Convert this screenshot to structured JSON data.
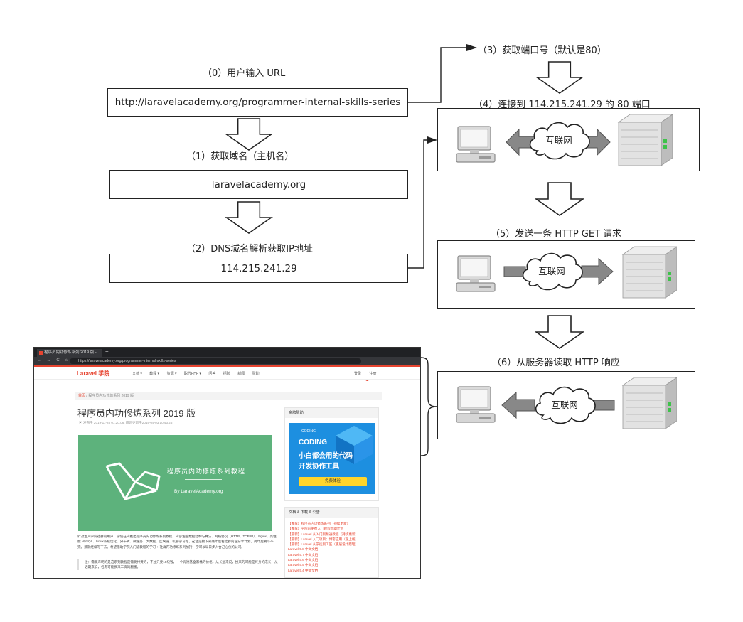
{
  "steps": {
    "s0": "（0）用户输入 URL",
    "s1": "（1）获取域名（主机名）",
    "s2": "（2）DNS域名解析获取IP地址",
    "s3": "（3）获取端口号（默认是80）",
    "s4": "（4）连接到 114.215.241.29 的 80 端口",
    "s5": "（5）发送一条 HTTP GET 请求",
    "s6": "（6）从服务器读取 HTTP 响应"
  },
  "boxes": {
    "url": "http://laravelacademy.org/programmer-internal-skills-series",
    "domain": "laravelacademy.org",
    "ip": "114.215.241.29"
  },
  "network": {
    "cloud4": "互联网",
    "cloud5": "互联网",
    "cloud6": "互联网"
  },
  "browser": {
    "tab_title": "程序员内功修炼系列 2019 版 - ",
    "new_tab": "+",
    "nav_buttons": "← → C ⌂",
    "address": "https://laravelacademy.org/programmer-internal-skills-series",
    "brand": "Laravel 学院",
    "nav_links": [
      "文档 ▾",
      "教程 ▾",
      "资源 ▾",
      "聪代PHP ▾",
      "问答",
      "招聘",
      "新闻",
      "赞助"
    ],
    "nav_right": [
      "登录",
      "注册"
    ],
    "crumb_home": "首页",
    "crumb_sep": " / ",
    "crumb_current": "程序员内功修炼系列 2019 版",
    "title": "程序员内功修炼系列 2019 版",
    "meta": "▣ 发布于 2019-11-25 01:20:06,   最近更新于2019-04-03 10:43:26",
    "hero_title": "程序员内功修炼系列教程",
    "hero_subtitle": "By LaravelAcademy.org",
    "body_text": "针对治入学院社群的用户，学院在内推出程序员内功修炼系列教程，内容涵盖数据结构与算法、网络协议（HTTP、TCP/IP）、Nginx、高性能 MySQL、Linux系统优化、分布式、微服务、大数据、区块链、机器学习等，这合是接下来两年左右社群内容分享计划，两年后要写不完，那就继续写下去。希望借助学院入门级教程的学习 + 社群内功修炼系列加持，学可以早日步入合己心仪的公司。",
    "quote": "注：需要声明的是这系列教程是需要付费的，不过只要10块钱，一个肯德基全家桶的价格，从长远来说，换来的可能是终身的成长，从近期来说，包有可能换来工资的翻番。",
    "sidebar_sponsor_title": "金牌赞助",
    "ad_brand": "CODING",
    "ad_h1": "CODING",
    "ad_h2": "小白都会用的代码",
    "ad_h3": "开发协作工具",
    "ad_button": "免费体验",
    "sidebar_docs_title": "文档 & 下载 & 公告",
    "sidebar_links": [
      "【推荐】程序员内功修炼系列（持续更新）",
      "【推荐】学院前免费入门教程赞助计划",
      "【最新】Laravel 从入门到精通教程（持续更新）",
      "【最新】Laravel 入门项目：博客应用（含上线）",
      "【最新】Laravel 从学徒到工匠（底层设计原理）",
      "Laravel 5.8 中文文档",
      "Laravel 5.7 中文文档",
      "Laravel 5.6 中文文档",
      "Laravel 5.5 中文文档",
      "Laravel 5.4 中文文档"
    ]
  },
  "colors": {
    "arrow_fill": "#ffffff",
    "arrow_stroke": "#222222",
    "hollow_arrow_fill": "#888888",
    "laravel_red": "#e74430",
    "hero_green": "#5db27c",
    "ad_blue": "#1d8fe0",
    "server_green": "#3ec24a"
  },
  "icons": [
    "computer-icon",
    "server-icon",
    "cloud-icon",
    "down-arrow-icon",
    "bracket-icon"
  ]
}
